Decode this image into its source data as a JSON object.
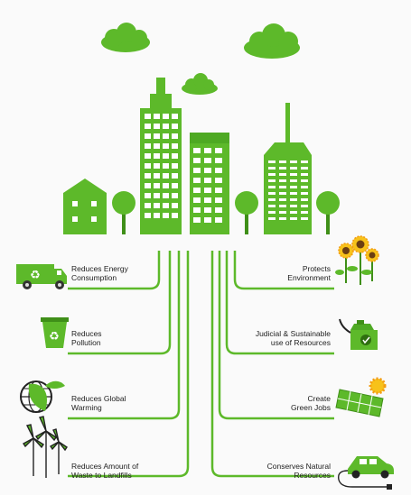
{
  "colors": {
    "green": "#5db92a",
    "green_dark": "#3f8f18",
    "green_light": "#8fd44a",
    "sun_yellow": "#f7c21a",
    "sun_orange": "#f39c12",
    "text": "#222222",
    "background": "#fafafa"
  },
  "benefits_left": [
    {
      "label": "Reduces Energy\nConsumption",
      "icon": "recycling-truck-icon"
    },
    {
      "label": "Reduces\nPollution",
      "icon": "recycle-bin-icon"
    },
    {
      "label": "Reduces Global\nWarming",
      "icon": "green-globe-icon"
    },
    {
      "label": "Reduces Amount of\nWaste to Landfills",
      "icon": "wind-turbines-icon"
    }
  ],
  "benefits_right": [
    {
      "label": "Protects\nEnvironment",
      "icon": "sunflowers-icon"
    },
    {
      "label": "Judicial & Sustainable\nuse of Resources",
      "icon": "fuel-can-icon"
    },
    {
      "label": "Create\nGreen Jobs",
      "icon": "solar-panel-icon"
    },
    {
      "label": "Conserves Natural\nResources",
      "icon": "electric-car-icon"
    }
  ]
}
